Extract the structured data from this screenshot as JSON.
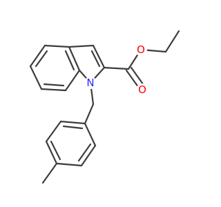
{
  "molecule": {
    "atom_labels": {
      "N": "N",
      "O_carbonyl": "O",
      "O_ester": "O"
    },
    "colors": {
      "bond": "#3c3c3c",
      "nitrogen": "#2a2aff",
      "oxygen": "#ff0000"
    }
  }
}
